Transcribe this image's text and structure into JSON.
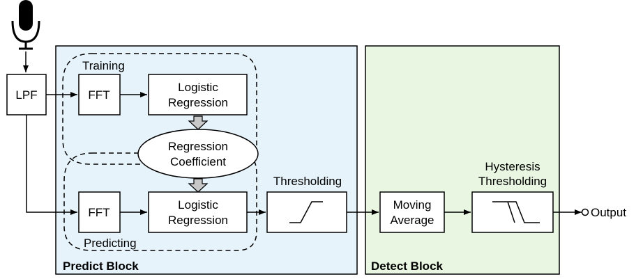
{
  "colors": {
    "predict_block_fill": "#e6f3fb",
    "detect_block_fill": "#e9f7e2",
    "block_arrow_fill": "#c8c8c8",
    "line": "#000000"
  },
  "nodes": {
    "microphone_icon": "microphone-icon",
    "lpf": "LPF",
    "fft_train": "FFT",
    "logreg_train_line1": "Logistic",
    "logreg_train_line2": "Regression",
    "regression_coefficient_line1": "Regression",
    "regression_coefficient_line2": "Coefficient",
    "fft_predict": "FFT",
    "logreg_predict_line1": "Logistic",
    "logreg_predict_line2": "Regression",
    "thresholding": "Thresholding",
    "moving_average_line1": "Moving",
    "moving_average_line2": "Average",
    "hysteresis_line1": "Hysteresis",
    "hysteresis_line2": "Thresholding",
    "output": "Output"
  },
  "regions": {
    "training": "Training",
    "predicting": "Predicting",
    "predict_block": "Predict Block",
    "detect_block": "Detect Block"
  }
}
